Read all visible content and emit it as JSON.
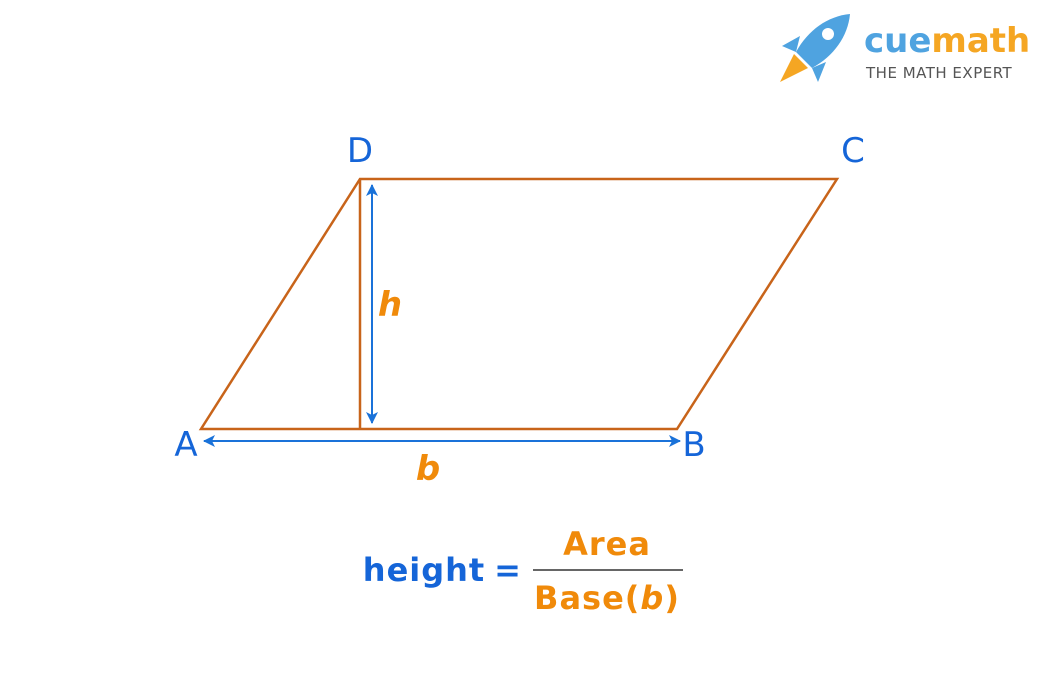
{
  "colors": {
    "blue": "#1565d8",
    "orange": "#f08a0a",
    "shape": "#c8641a",
    "arrow": "#1a72d9",
    "logo_blue": "#4fa3e0",
    "logo_orange": "#f5a623",
    "logo_gray": "#555555"
  },
  "logo": {
    "word_cue": "cue",
    "word_math": "math",
    "tagline": "THE MATH EXPERT",
    "icon": "rocket-icon"
  },
  "vertices": {
    "a": "A",
    "b": "B",
    "c": "C",
    "d": "D"
  },
  "measures": {
    "height": "h",
    "base": "b"
  },
  "formula": {
    "lhs": "height",
    "equals": "=",
    "numerator": "Area",
    "denominator_word": "Base(",
    "denominator_var": "b",
    "denominator_close": ")"
  }
}
